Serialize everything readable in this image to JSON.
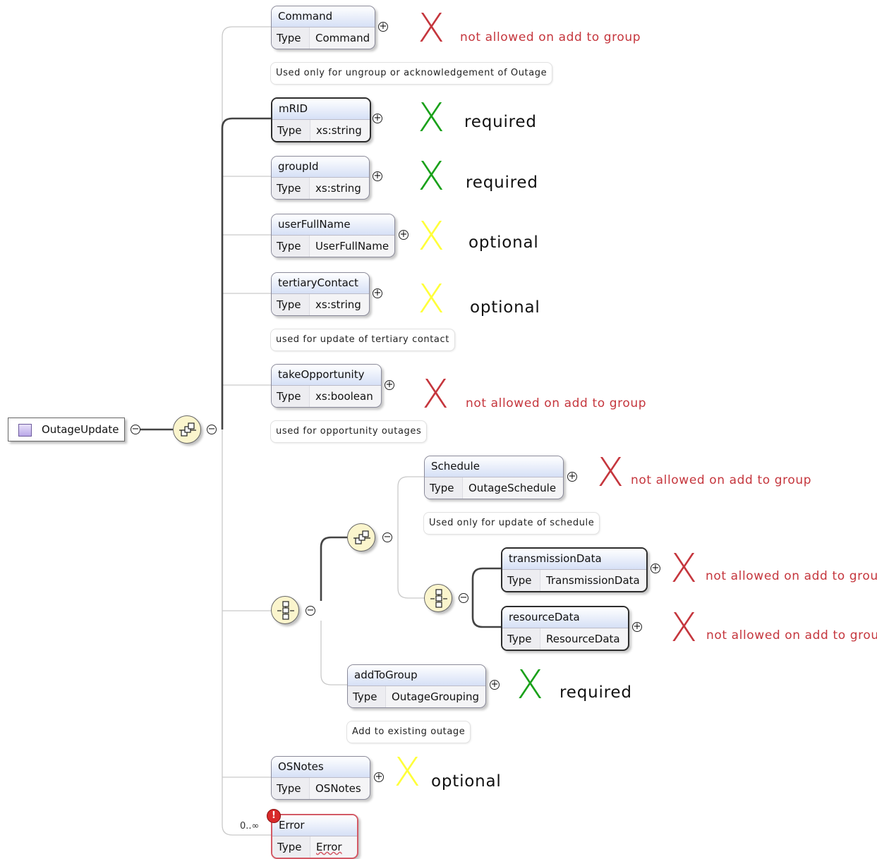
{
  "root": {
    "label": "OutageUpdate"
  },
  "type_label": "Type",
  "colors": {
    "red": "#c5363d",
    "green": "#1aa11a",
    "yellow": "#ffff3a",
    "required_mark": "#1aa11a",
    "error_border": "#d35a66"
  },
  "elements": [
    {
      "id": "command",
      "name": "Command",
      "type": "Command"
    },
    {
      "id": "mrid",
      "name": "mRID",
      "type": "xs:string"
    },
    {
      "id": "groupid",
      "name": "groupId",
      "type": "xs:string"
    },
    {
      "id": "userfullname",
      "name": "userFullName",
      "type": "UserFullName"
    },
    {
      "id": "tertiarycontact",
      "name": "tertiaryContact",
      "type": "xs:string"
    },
    {
      "id": "takeopportunity",
      "name": "takeOpportunity",
      "type": "xs:boolean"
    },
    {
      "id": "schedule",
      "name": "Schedule",
      "type": "OutageSchedule"
    },
    {
      "id": "transmissiondata",
      "name": "transmissionData",
      "type": "TransmissionData"
    },
    {
      "id": "resourcedata",
      "name": "resourceData",
      "type": "ResourceData"
    },
    {
      "id": "addtogroup",
      "name": "addToGroup",
      "type": "OutageGrouping"
    },
    {
      "id": "osnotes",
      "name": "OSNotes",
      "type": "OSNotes"
    },
    {
      "id": "error",
      "name": "Error",
      "type": "Error",
      "occurrence": "0..∞"
    }
  ],
  "annotations": {
    "command": "Used only for ungroup or acknowledgement of Outage",
    "tertiarycontact": "used for update of tertiary contact",
    "takeopportunity": "used for opportunity outages",
    "schedule": "Used only for update of schedule",
    "addtogroup": "Add to existing outage"
  },
  "status_marks": [
    {
      "id": "command",
      "mark": "X",
      "color": "red",
      "text": "not allowed on add to group"
    },
    {
      "id": "mrid",
      "mark": "X",
      "color": "green",
      "text": "required"
    },
    {
      "id": "groupid",
      "mark": "X",
      "color": "green",
      "text": "required"
    },
    {
      "id": "userfullname",
      "mark": "X",
      "color": "yellow",
      "text": "optional"
    },
    {
      "id": "tertiarycontact",
      "mark": "X",
      "color": "yellow",
      "text": "optional"
    },
    {
      "id": "takeopportunity",
      "mark": "X",
      "color": "red",
      "text": "not allowed on add to group"
    },
    {
      "id": "schedule",
      "mark": "X",
      "color": "red",
      "text": "not allowed on add to group"
    },
    {
      "id": "transmissiondata",
      "mark": "X",
      "color": "red",
      "text": "not allowed on add to group"
    },
    {
      "id": "resourcedata",
      "mark": "X",
      "color": "red",
      "text": "not allowed on add to group"
    },
    {
      "id": "addtogroup",
      "mark": "X",
      "color": "green",
      "text": "required"
    },
    {
      "id": "osnotes",
      "mark": "X",
      "color": "yellow",
      "text": "optional"
    }
  ]
}
